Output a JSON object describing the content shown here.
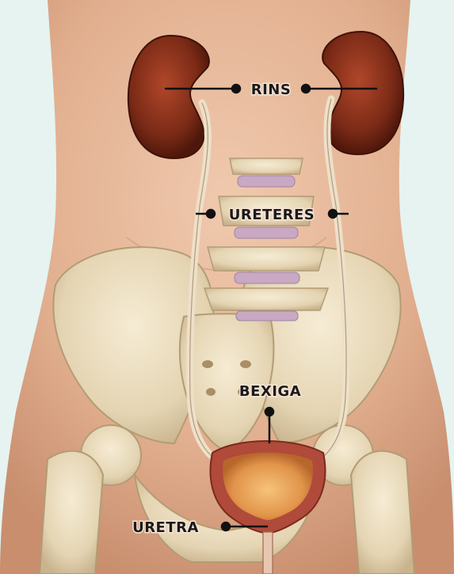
{
  "labels": {
    "rins": "RINS",
    "ureteres": "URETERES",
    "bexiga": "BEXIGA",
    "uretra": "URETRA"
  },
  "colors": {
    "background": "#e6f3f1",
    "skin": "#e3b59a",
    "bone": "#e8dcc0",
    "kidney": "#7e2a16",
    "bladder_wall": "#b04a3a",
    "bladder_inner": "#e39a4a",
    "leader_line": "#111111"
  }
}
